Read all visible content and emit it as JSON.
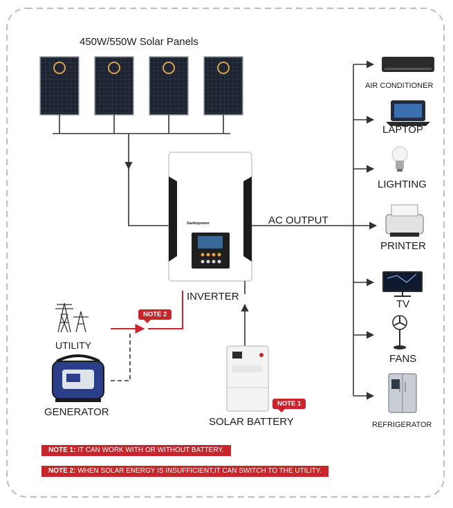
{
  "panels": {
    "title": "450W/550W Solar Panels",
    "count": 4
  },
  "inverter": {
    "label": "INVERTER",
    "brand": "Sankopower"
  },
  "ac_output": {
    "label": "AC OUTPUT"
  },
  "utility": {
    "label": "UTILITY"
  },
  "generator": {
    "label": "GENERATOR"
  },
  "battery": {
    "label": "SOLAR BATTERY"
  },
  "tags": {
    "note1": "NOTE 1",
    "note2": "NOTE 2"
  },
  "loads": [
    {
      "label": "AIR CONDITIONER",
      "icon": "air-conditioner-icon"
    },
    {
      "label": "LAPTOP",
      "icon": "laptop-icon"
    },
    {
      "label": "LIGHTING",
      "icon": "light-bulb-icon"
    },
    {
      "label": "PRINTER",
      "icon": "printer-icon"
    },
    {
      "label": "TV",
      "icon": "tv-icon"
    },
    {
      "label": "FANS",
      "icon": "fan-icon"
    },
    {
      "label": "REFRIGERATOR",
      "icon": "refrigerator-icon"
    }
  ],
  "notes": [
    {
      "prefix": "NOTE 1:",
      "text": " IT CAN WORK WITH OR WITHOUT BATTERY."
    },
    {
      "prefix": "NOTE 2:",
      "text": " WHEN SOLAR ENERGY IS INSUFFICIENT,IT CAN SWITCH TO THE UTILITY."
    }
  ],
  "colors": {
    "accent": "#c8262b",
    "line": "#333333",
    "border": "#bdbdbd"
  }
}
